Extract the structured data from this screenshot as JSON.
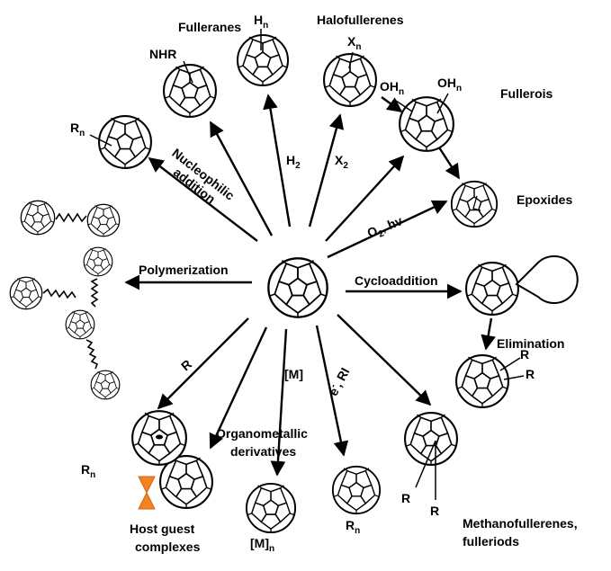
{
  "center": {
    "icon": "fullerene-c60-icon"
  },
  "labels": {
    "fulleranes": "Fulleranes",
    "h_n": "H",
    "n_sub": "n",
    "nhr": "NHR",
    "halofullerenes": "Halofullerenes",
    "x_n": "X",
    "oh_1": "OH",
    "oh_2": "OH",
    "fullerois": "Fullerois",
    "r_n_left": "R",
    "nucleophilic_addition": "Nucleophilic addition",
    "h2": "H",
    "h2_sub": "2",
    "x2": "X",
    "x2_sub": "2",
    "o2hv": "O",
    "o2hv_sub": "2",
    "o2hv_rest": ", hv",
    "epoxides": "Epoxides",
    "polymerization": "Polymerization",
    "cycloaddition": "Cycloaddition",
    "elimination": "Elimination",
    "r_arrow": "R",
    "m_arrow": "[M]",
    "e_ri": "e",
    "e_ri_sup": "-",
    "e_ri_rest": ", RI",
    "r_small_1": "R",
    "r_small_2": "R",
    "r_n_bottom_left": "R",
    "organometallic": "Organometallic",
    "derivatives": "derivatives",
    "m_n": "[M]",
    "r_n_bottom": "R",
    "r_meth_1": "R",
    "r_meth_2": "R",
    "host_guest_1": "Host guest",
    "host_guest_2": "complexes",
    "methano_1": "Methanofullerenes,",
    "methano_2": "fulleriods",
    "pacman": "cyclic-reagent-icon"
  },
  "colors": {
    "line": "#000000",
    "accent": "#f58220"
  }
}
